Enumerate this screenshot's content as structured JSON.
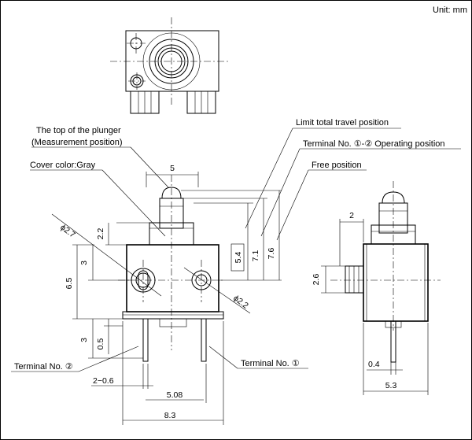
{
  "unit_label": "Unit: mm",
  "callouts": {
    "plunger_top": "The top of the plunger",
    "measurement_position": "(Measurement position)",
    "cover_color": "Cover color:Gray",
    "limit_total_travel": "Limit total travel position",
    "operating_position": "Terminal No. ①-② Operating position",
    "free_position": "Free position",
    "terminal_2": "Terminal No. ②",
    "terminal_1": "Terminal No. ①"
  },
  "dimensions": {
    "plunger_width": "5",
    "hole_dia_large": "ϕ2.7",
    "hole_dia_small": "ϕ2.2",
    "plunger_offset": "2.2",
    "hole_spacing_v": "3",
    "body_height": "6.5",
    "terminal_gap": "3",
    "terminal_step": "0.5",
    "terminal_width": "2−0.6",
    "terminal_pitch": "5.08",
    "body_width": "8.3",
    "limit_height": "5.4",
    "operating_height": "7.1",
    "free_height": "7.6",
    "side_offset": "2",
    "side_tab": "2.6",
    "terminal_thickness": "0.4",
    "side_depth": "5.3"
  }
}
